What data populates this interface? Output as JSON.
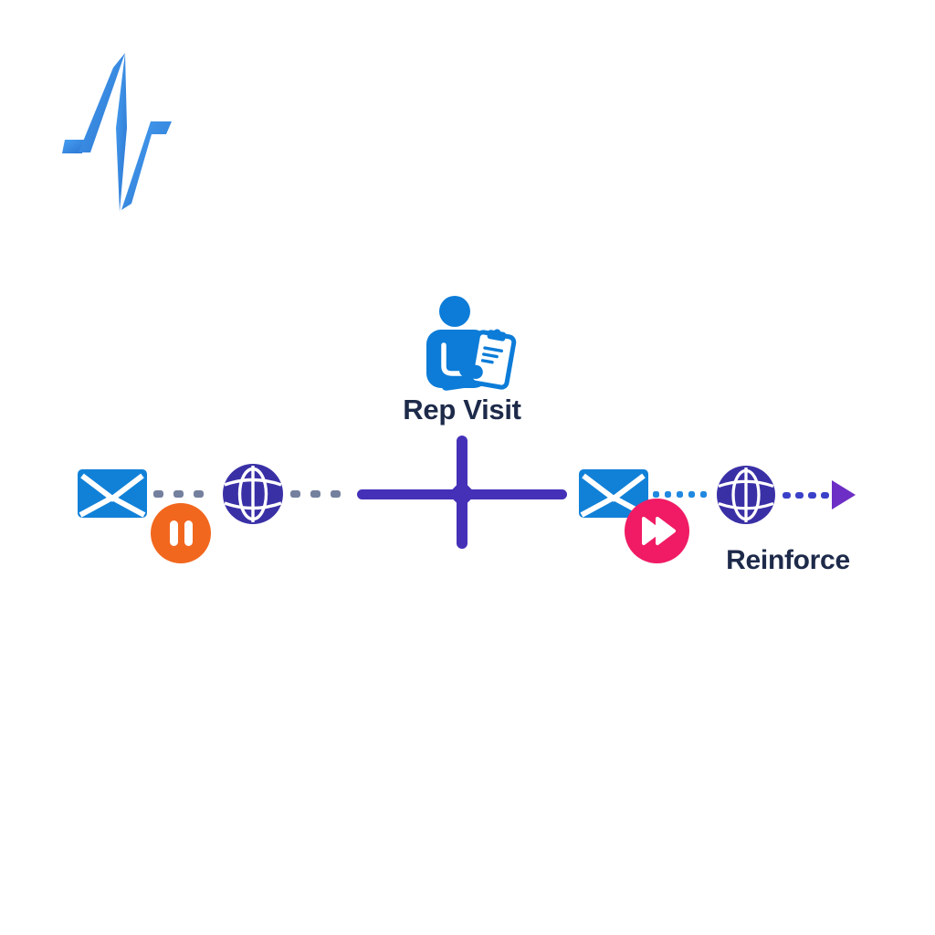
{
  "logo": {
    "icon": "pulse-logo-icon"
  },
  "journey": {
    "stages": [
      {
        "id": "initial-email",
        "icon": "email-icon",
        "status_icon": "pause-icon",
        "label": ""
      },
      {
        "id": "web-touchpoint-1",
        "icon": "globe-icon",
        "label": ""
      },
      {
        "id": "rep-visit",
        "icon": "person-clipboard-icon",
        "label": "Rep Visit"
      },
      {
        "id": "followup-email",
        "icon": "email-icon",
        "status_icon": "fast-forward-icon",
        "label": ""
      },
      {
        "id": "web-touchpoint-2",
        "icon": "globe-icon",
        "label": "Reinforce"
      }
    ],
    "connectors": [
      {
        "style": "gray-dashes",
        "count": 3
      },
      {
        "style": "gray-dashes",
        "count": 3
      },
      {
        "style": "solid-cross-line"
      },
      {
        "style": "blue-dots",
        "count": 5
      },
      {
        "style": "indigo-dashes-arrow",
        "count": 4
      }
    ]
  },
  "theme": {
    "canvas-bg": "#ffffff",
    "envelope-blue": "#1181d8",
    "person-blue": "#0c7cd8",
    "globe-indigo": "#3a30a6",
    "line-indigo": "#4431b8",
    "pause-orange": "#f2671e",
    "ff-pink": "#f01b64",
    "dash-gray": "#74809e",
    "dot-blue": "#1f88e0",
    "dash-indigo": "#3a41c8",
    "arrow-purple": "#6d2ec5",
    "label-navy": "#1e2a4a",
    "logo-blue-light": "#47a0f2",
    "logo-blue-dark": "#2b74d0"
  }
}
